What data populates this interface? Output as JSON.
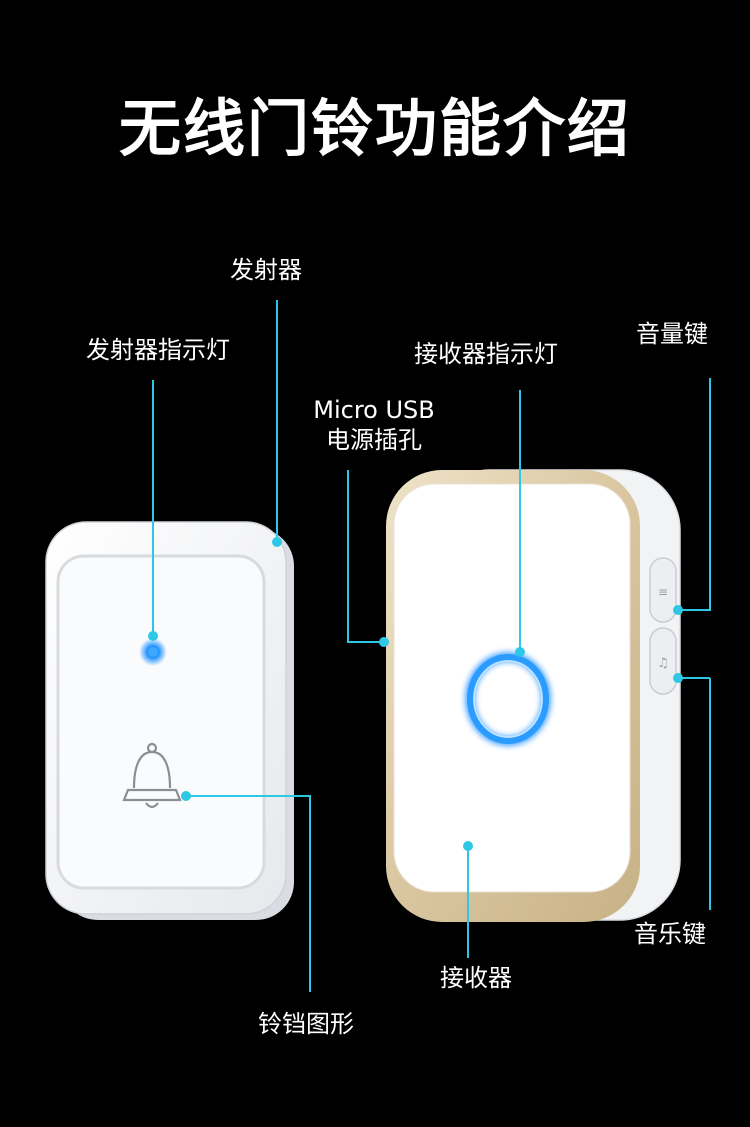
{
  "title": "无线门铃功能介绍",
  "labels": {
    "transmitter": "发射器",
    "transmitter_led": "发射器指示灯",
    "usb_line1": "Micro USB",
    "usb_line2": "电源插孔",
    "receiver_led": "接收器指示灯",
    "volume_key": "音量键",
    "music_key": "音乐键",
    "receiver": "接收器",
    "bell_graphic": "铃铛图形"
  },
  "colors": {
    "background": "#000000",
    "callout": "#2ec7e6",
    "led_blue": "#1b8fff",
    "gold": "#d9c6a0"
  }
}
